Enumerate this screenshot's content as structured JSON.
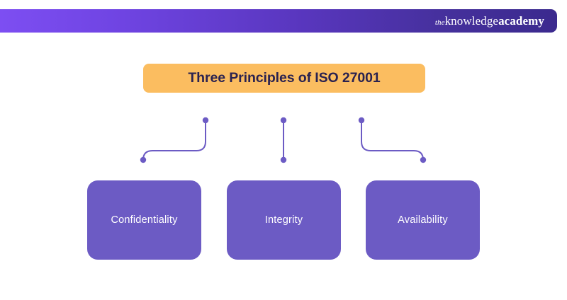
{
  "header": {
    "brand": {
      "the": "the",
      "knowledge": "knowledge",
      "academy": "academy"
    },
    "gradient_start_color": "#7d4ef2",
    "gradient_end_color": "#3b2a8e"
  },
  "title": {
    "text": "Three Principles of ISO 27001",
    "banner_color": "#fbbd60",
    "text_color": "#2a2250"
  },
  "diagram": {
    "type": "hierarchy",
    "connector_color": "#6c5bc4",
    "node_color": "#6c5bc4",
    "node_text_color": "#ffffff",
    "nodes": [
      {
        "label": "Confidentiality"
      },
      {
        "label": "Integrity"
      },
      {
        "label": "Availability"
      }
    ]
  },
  "canvas": {
    "background_color": "#ffffff"
  }
}
